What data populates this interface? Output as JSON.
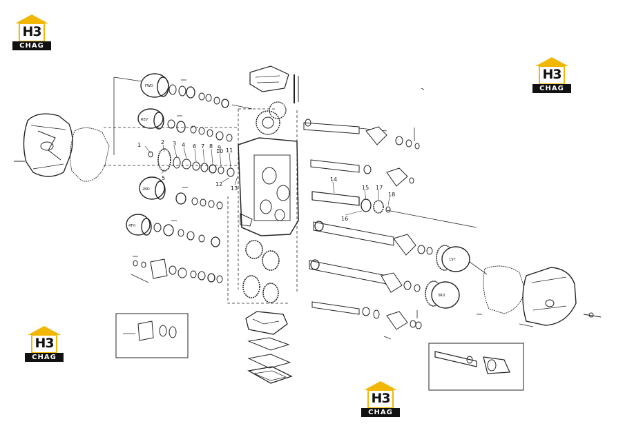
{
  "brand": {
    "logo_text": "H3",
    "logo_sub": "CHAG",
    "accent_color": "#f2b705",
    "ink_color": "#111111"
  },
  "callouts": [
    "1",
    "2",
    "3",
    "4",
    "5",
    "6",
    "7",
    "8",
    "9",
    "10",
    "11",
    "12",
    "13",
    "14",
    "15",
    "16",
    "17",
    "18"
  ],
  "clutch_tags": [
    "FWD",
    "REV",
    "2ND",
    "4TH",
    "1ST",
    "3RD"
  ]
}
